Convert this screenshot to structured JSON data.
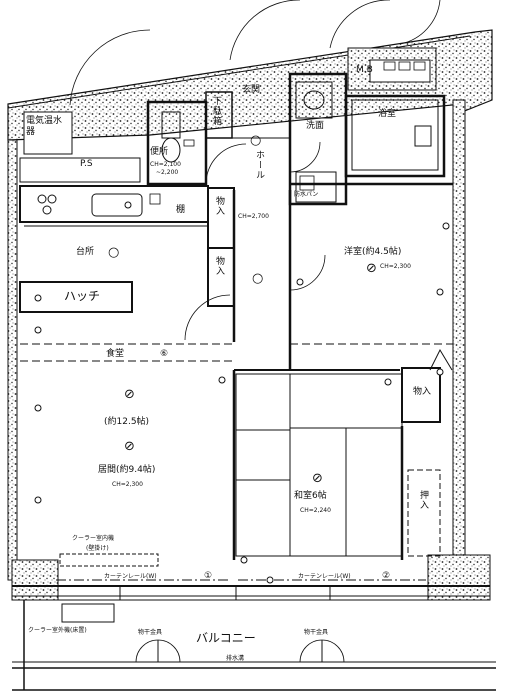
{
  "rooms": {
    "genkan": "玄関",
    "getabako": "下駄箱",
    "hall": "ホール",
    "benjo": "便所",
    "benjo_ch1": "CH=2,100",
    "benjo_ch2": "~2,200",
    "denki": "電気温水器",
    "ps": "P.S",
    "mb": "M.B",
    "senmen": "洗面",
    "yokushitsu": "浴室",
    "bousui_pan": "防水パン",
    "tana": "棚",
    "monoire": "物入",
    "hall_ch": "CH=2,700",
    "yoshitsu": "洋室(約4.5帖)",
    "yoshitsu_ch": "CH=2,300",
    "daidokoro": "台所",
    "hatch": "ハッチ",
    "shokudo": "食堂",
    "ldk_size": "(約12.5帖)",
    "ima": "居間(約9.4帖)",
    "ima_ch": "CH=2,300",
    "washitsu": "和室6帖",
    "washitsu_ch": "CH=2,240",
    "oshiire": "押入",
    "cooler_in": "クーラー室内機",
    "cooler_in2": "(壁掛け)",
    "cooler_out": "クーラー室外機(床置)",
    "curtain1": "カーテンレール(W)",
    "curtain2": "カーテンレール(W)",
    "circle1": "①",
    "circle2": "②",
    "circle6": "⑥",
    "balcony": "バルコニー",
    "monohoshi1": "物干金具",
    "monohoshi2": "物干金具",
    "hatsuikan": "排水溝"
  },
  "symbols": {
    "light": "○",
    "ceiling_light": "⊘",
    "outlet": "◎"
  }
}
